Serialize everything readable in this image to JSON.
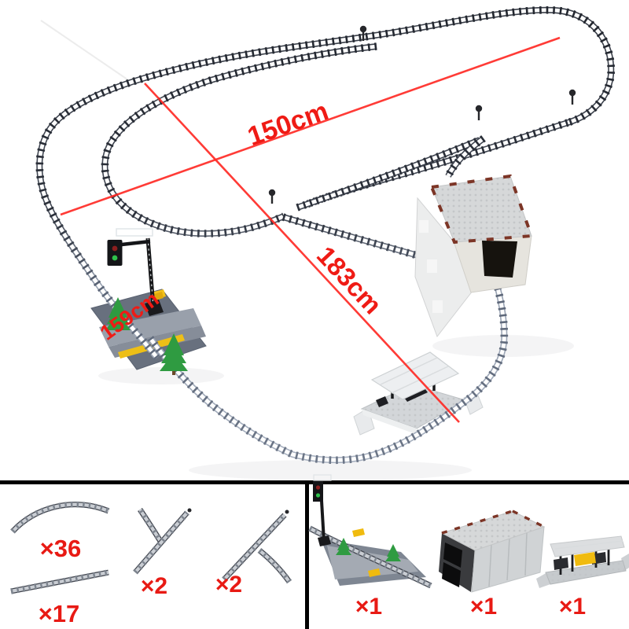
{
  "measurements": {
    "loop_width": "150cm",
    "loop_diagonal": "183cm",
    "branch_length": "159cm"
  },
  "parts": {
    "curved_track": {
      "label": "×36"
    },
    "straight_track": {
      "label": "×17"
    },
    "switch_left": {
      "label": "×2"
    },
    "switch_right": {
      "label": "×2"
    },
    "level_crossing": {
      "label": "×1"
    },
    "tunnel": {
      "label": "×1"
    },
    "platform": {
      "label": "×1"
    }
  },
  "colors": {
    "measure_line": "#ff2b26",
    "measure_text": "#ef1b15",
    "qty_text": "#e81a14",
    "track_dark": "#3c414b",
    "track_light": "#a2abbb",
    "tunnel_trim": "#7c3526",
    "tree_green": "#2f9b41",
    "accent_yellow": "#f0bb0f",
    "panel_border": "#000000"
  }
}
